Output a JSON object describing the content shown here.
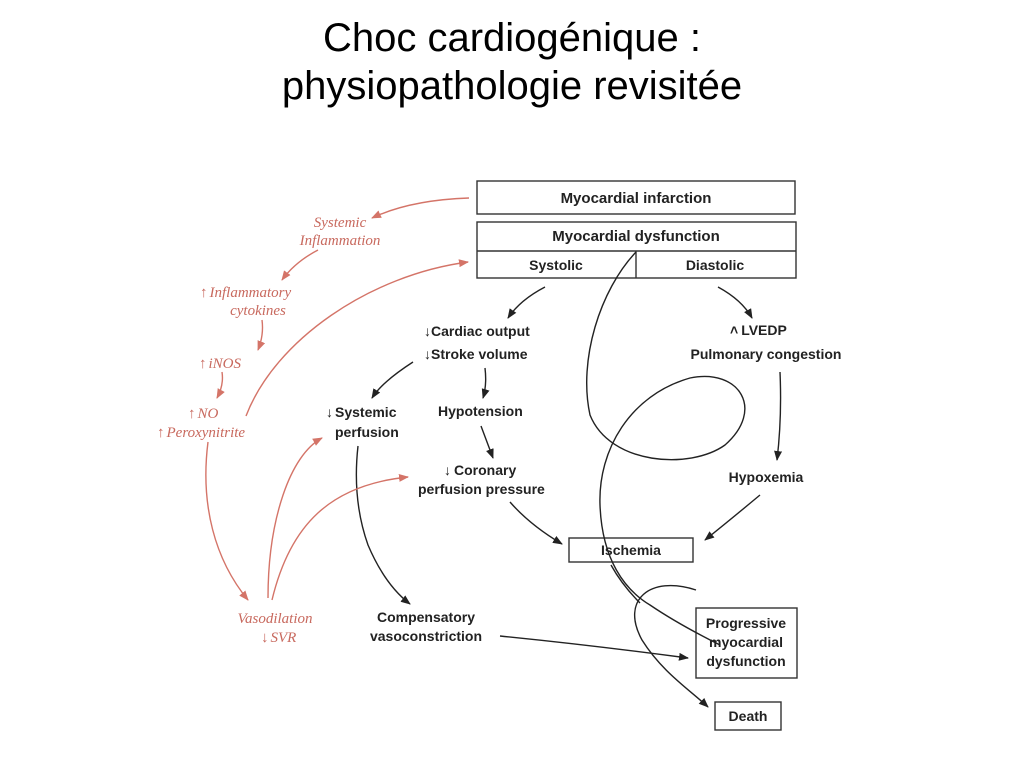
{
  "title": {
    "line1": "Choc cardiogénique :",
    "line2": "physiopathologie revisitée"
  },
  "boxes": {
    "infarction": "Myocardial infarction",
    "dysfunction": "Myocardial dysfunction",
    "systolic": "Systolic",
    "diastolic": "Diastolic",
    "ischemia": "Ischemia",
    "progressive": [
      "Progressive",
      "myocardial",
      "dysfunction"
    ],
    "death": "Death"
  },
  "black_labels": {
    "cardiac_output": "Cardiac output",
    "stroke_volume": "Stroke volume",
    "lvedp": "LVEDP",
    "pulmonary_congestion": "Pulmonary congestion",
    "systemic_perfusion": [
      "Systemic",
      "perfusion"
    ],
    "hypotension": "Hypotension",
    "coronary_perfusion": [
      "Coronary",
      "perfusion pressure"
    ],
    "hypoxemia": "Hypoxemia",
    "compensatory": [
      "Compensatory",
      "vasoconstriction"
    ]
  },
  "red_labels": {
    "systemic_inflammation": [
      "Systemic",
      "Inflammation"
    ],
    "inflammatory_cytokines": [
      "Inflammatory",
      "cytokines"
    ],
    "inos": "iNOS",
    "no": "NO",
    "peroxynitrite": "Peroxynitrite",
    "vasodilation": "Vasodilation",
    "svr": "SVR"
  },
  "symbols": {
    "down": "↓",
    "up": "↑",
    "up_caret": "˄"
  }
}
